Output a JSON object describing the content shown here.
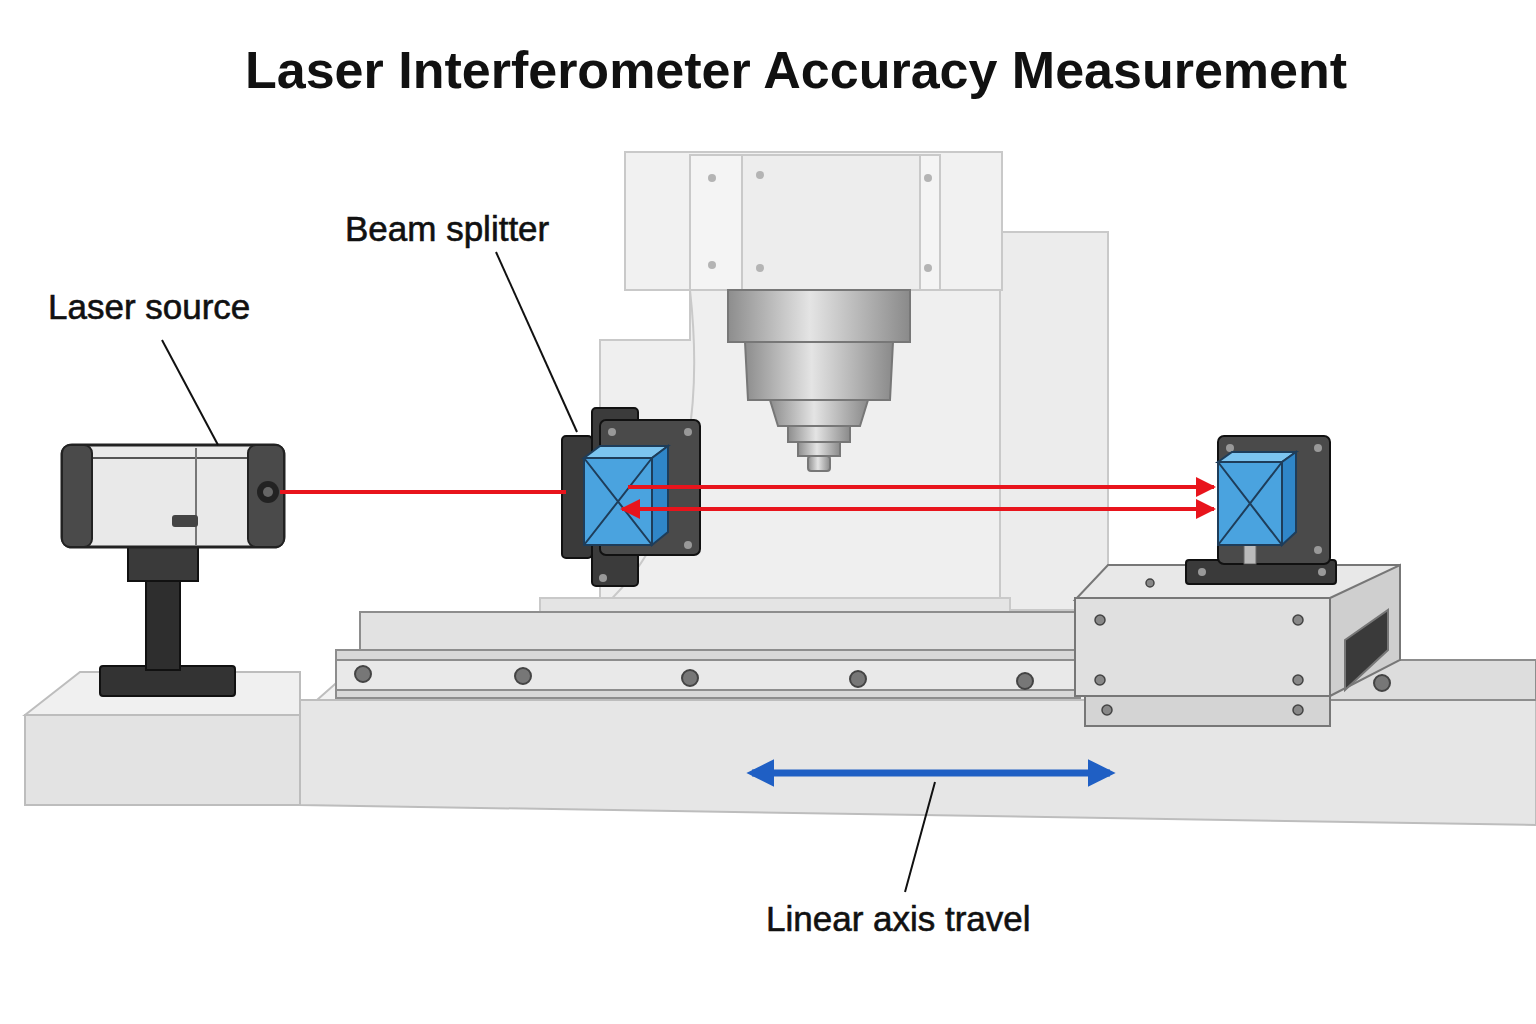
{
  "diagram": {
    "title": "Laser Interferometer Accuracy Measurement",
    "labels": [
      "Laser source",
      "Beam splitter",
      "Linear axis travel"
    ]
  }
}
